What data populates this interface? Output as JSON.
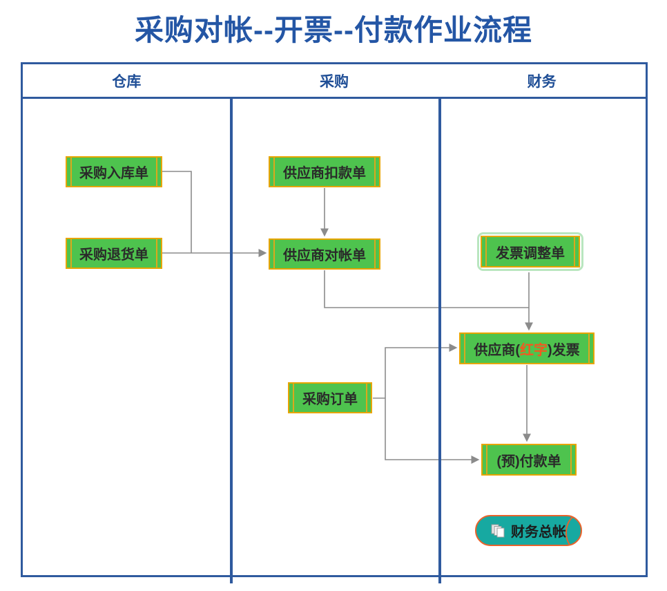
{
  "title": "采购对帐--开票--付款作业流程",
  "lanes": [
    {
      "label": "仓库"
    },
    {
      "label": "采购"
    },
    {
      "label": "财务"
    }
  ],
  "nodes": {
    "purchase_receipt": {
      "label": "采购入库单"
    },
    "purchase_return": {
      "label": "采购退货单"
    },
    "supplier_deduction": {
      "label": "供应商扣款单"
    },
    "supplier_statement": {
      "label": "供应商对帐单"
    },
    "invoice_adjustment": {
      "label": "发票调整单"
    },
    "supplier_red_invoice": {
      "prefix": "供应商(",
      "red_text": "红字",
      "suffix": ")发票"
    },
    "purchase_order": {
      "label": "采购订单"
    },
    "prepayment": {
      "label": "(预)付款单"
    },
    "general_ledger": {
      "label": "财务总帐"
    }
  },
  "icons": {
    "general_ledger_icon": "stacked-pages-icon"
  },
  "colors": {
    "title_blue": "#2456a5",
    "frame_blue": "#2f5a9e",
    "node_green": "#4ec34e",
    "node_border_gold": "#e7a500",
    "red_text_orange": "#f4581f",
    "connector_gray": "#8b8b8b",
    "highlight_mint": "#b9e6bf",
    "ledger_teal": "#17a9a1",
    "ledger_border_orange": "#e8632c"
  }
}
